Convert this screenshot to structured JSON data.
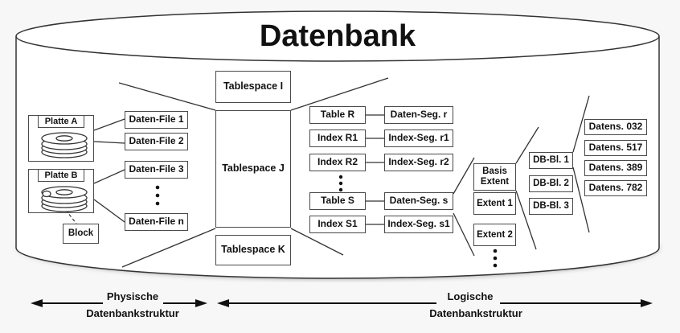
{
  "title": "Datenbank",
  "physical": {
    "disk_a": "Platte A",
    "disk_b": "Platte B",
    "block": "Block",
    "files": [
      "Daten-File 1",
      "Daten-File 2",
      "Daten-File 3",
      "Daten-File n"
    ]
  },
  "tablespaces": [
    "Tablespace I",
    "Tablespace J",
    "Tablespace K"
  ],
  "schema_objects": [
    {
      "name": "Table R",
      "segment": "Daten-Seg. r"
    },
    {
      "name": "Index R1",
      "segment": "Index-Seg. r1"
    },
    {
      "name": "Index R2",
      "segment": "Index-Seg. r2"
    },
    {
      "name": "Table S",
      "segment": "Daten-Seg. s"
    },
    {
      "name": "Index S1",
      "segment": "Index-Seg. s1"
    }
  ],
  "extents": [
    "Basis Extent",
    "Extent 1",
    "Extent 2"
  ],
  "db_blocks": [
    "DB-Bl. 1",
    "DB-Bl. 2",
    "DB-Bl. 3"
  ],
  "records": [
    "Datens. 032",
    "Datens. 517",
    "Datens. 389",
    "Datens. 782"
  ],
  "footer": {
    "physical_line1": "Physische",
    "physical_line2": "Datenbankstruktur",
    "logical_line1": "Logische",
    "logical_line2": "Datenbankstruktur"
  },
  "colors": {
    "line": "#333333",
    "border": "#4a4a4a",
    "background": "#f7f7f8",
    "text": "#111111"
  }
}
